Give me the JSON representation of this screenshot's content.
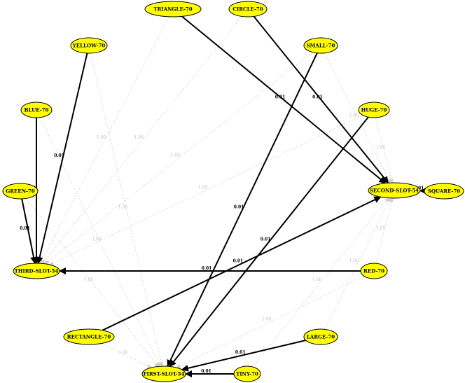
{
  "graph": {
    "nodes": [
      {
        "id": "triangle",
        "label": "TRIANGLE-70"
      },
      {
        "id": "circle",
        "label": "CIRCLE-70"
      },
      {
        "id": "yellow",
        "label": "YELLOW-70"
      },
      {
        "id": "small",
        "label": "SMALL-70"
      },
      {
        "id": "blue",
        "label": "BLUE-70"
      },
      {
        "id": "huge",
        "label": "HUGE-70"
      },
      {
        "id": "green",
        "label": "GREEN-70"
      },
      {
        "id": "second",
        "label": "SECOND-SLOT-54"
      },
      {
        "id": "square",
        "label": "SQUARE-70"
      },
      {
        "id": "third",
        "label": "THIRD-SLOT-54"
      },
      {
        "id": "red",
        "label": "RED-70"
      },
      {
        "id": "rectangle",
        "label": "RECTANGLE-70"
      },
      {
        "id": "large",
        "label": "LARGE-70"
      },
      {
        "id": "first",
        "label": "FIRST-SLOT-54"
      },
      {
        "id": "tiny",
        "label": "TINY-70"
      }
    ],
    "strong_edges": [
      {
        "from": "triangle",
        "to": "second",
        "label": "0.01"
      },
      {
        "from": "circle",
        "to": "second",
        "label": "0.01"
      },
      {
        "from": "huge",
        "to": "first",
        "label": "0.01"
      },
      {
        "from": "small",
        "to": "first",
        "label": "0.01"
      },
      {
        "from": "rectangle",
        "to": "second",
        "label": "0.01"
      },
      {
        "from": "yellow",
        "to": "third",
        "label": "0.01"
      },
      {
        "from": "blue",
        "to": "third",
        "label": "0.01"
      },
      {
        "from": "green",
        "to": "third",
        "label": "0.01"
      },
      {
        "from": "red",
        "to": "third",
        "label": "0.01"
      },
      {
        "from": "large",
        "to": "first",
        "label": "0.01"
      },
      {
        "from": "tiny",
        "to": "first",
        "label": "0.01"
      },
      {
        "from": "square",
        "to": "second",
        "label": "0.01"
      }
    ],
    "weak_edges": [
      {
        "from": "yellow",
        "to": "first",
        "label": "1.00"
      },
      {
        "from": "circle",
        "to": "third",
        "label": "1.00"
      },
      {
        "from": "triangle",
        "to": "third",
        "label": "1.00"
      },
      {
        "from": "small",
        "to": "third",
        "label": "1.00"
      },
      {
        "from": "huge",
        "to": "third",
        "label": "1.00"
      },
      {
        "from": "blue",
        "to": "first",
        "label": "1.00"
      },
      {
        "from": "green",
        "to": "first",
        "label": "1.00"
      },
      {
        "from": "rectangle",
        "to": "first",
        "label": "1.00"
      },
      {
        "from": "small",
        "to": "second",
        "label": "1.00"
      },
      {
        "from": "huge",
        "to": "second",
        "label": "1.00"
      },
      {
        "from": "red",
        "to": "second",
        "label": "1.00"
      },
      {
        "from": "large",
        "to": "second",
        "label": "1.00"
      },
      {
        "from": "red",
        "to": "first",
        "label": "1.00"
      },
      {
        "from": "tiny",
        "to": "second",
        "label": "1.00"
      }
    ]
  }
}
